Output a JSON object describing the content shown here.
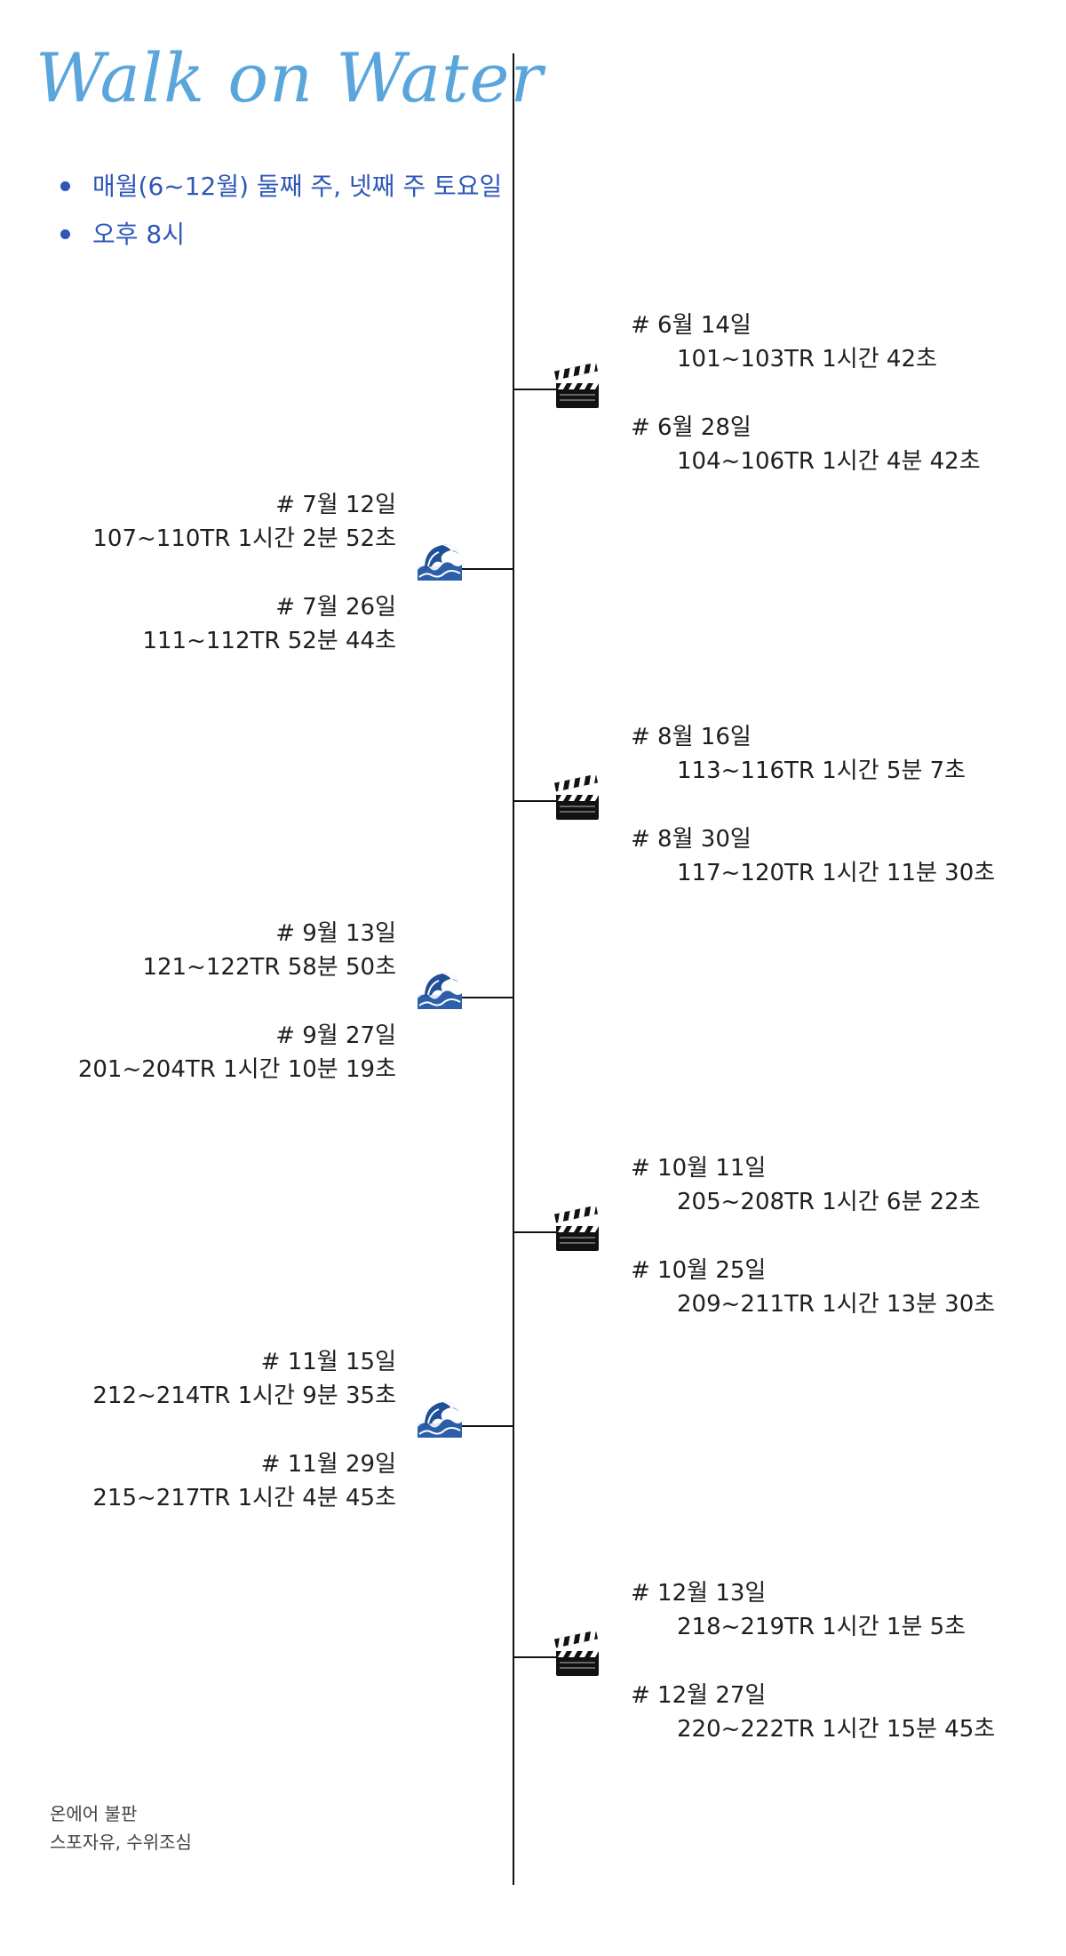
{
  "header": {
    "title": "Walk on Water",
    "info": [
      "매월(6~12월) 둘째 주, 넷째 주 토요일",
      "오후 8시"
    ]
  },
  "colors": {
    "title": "#5aa6dc",
    "info": "#2f57b8",
    "text": "#1e1e1e",
    "line": "#111111"
  },
  "groups": [
    {
      "side": "right",
      "icon": "clapper-board-icon",
      "entries": [
        {
          "date": "# 6월 14일",
          "detail": "101~103TR  1시간 42초"
        },
        {
          "date": "# 6월 28일",
          "detail": "104~106TR  1시간 4분 42초"
        }
      ]
    },
    {
      "side": "left",
      "icon": "wave-icon",
      "entries": [
        {
          "date": "# 7월 12일",
          "detail": "107~110TR  1시간 2분 52초"
        },
        {
          "date": "# 7월 26일",
          "detail": "111~112TR  52분 44초"
        }
      ]
    },
    {
      "side": "right",
      "icon": "clapper-board-icon",
      "entries": [
        {
          "date": "# 8월 16일",
          "detail": "113~116TR  1시간 5분 7초"
        },
        {
          "date": "# 8월 30일",
          "detail": "117~120TR  1시간 11분 30초"
        }
      ]
    },
    {
      "side": "left",
      "icon": "wave-icon",
      "entries": [
        {
          "date": "# 9월 13일",
          "detail": "121~122TR  58분 50초"
        },
        {
          "date": "# 9월 27일",
          "detail": "201~204TR  1시간 10분 19초"
        }
      ]
    },
    {
      "side": "right",
      "icon": "clapper-board-icon",
      "entries": [
        {
          "date": "# 10월 11일",
          "detail": "205~208TR  1시간 6분 22초"
        },
        {
          "date": "# 10월 25일",
          "detail": "209~211TR  1시간 13분 30초"
        }
      ]
    },
    {
      "side": "left",
      "icon": "wave-icon",
      "entries": [
        {
          "date": "# 11월 15일",
          "detail": "212~214TR  1시간 9분 35초"
        },
        {
          "date": "# 11월 29일",
          "detail": "215~217TR  1시간 4분 45초"
        }
      ]
    },
    {
      "side": "right",
      "icon": "clapper-board-icon",
      "entries": [
        {
          "date": "# 12월 13일",
          "detail": "218~219TR  1시간 1분 5초"
        },
        {
          "date": "# 12월 27일",
          "detail": "220~222TR  1시간 15분 45초"
        }
      ]
    }
  ],
  "footer": {
    "lines": [
      "온에어 불판",
      "스포자유, 수위조심"
    ]
  }
}
